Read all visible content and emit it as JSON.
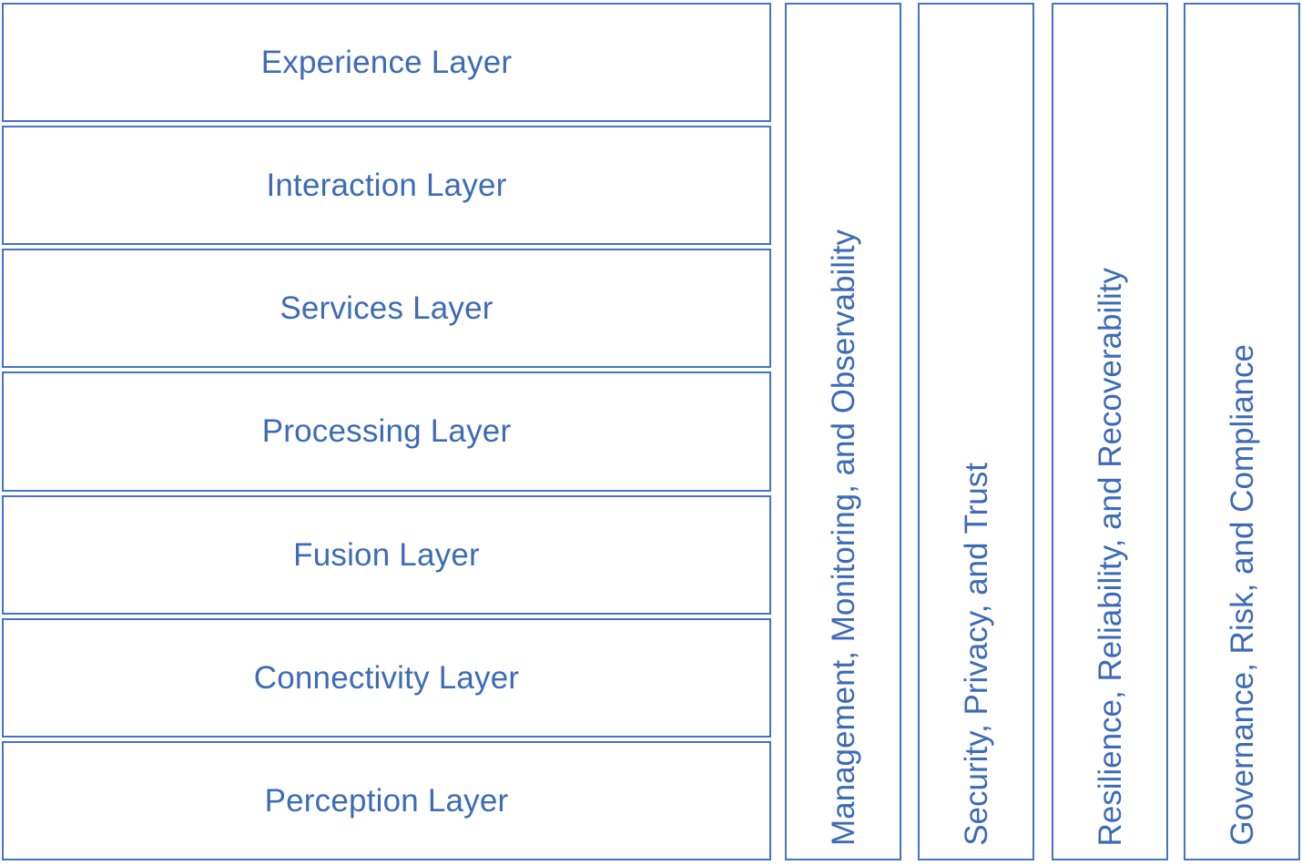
{
  "diagram": {
    "type": "layered-architecture",
    "orientation": "horizontal-layers-with-vertical-cross-cutting-concerns",
    "colors": {
      "border": "#4472C4",
      "text": "#3D6BB5",
      "background": "#FFFFFF"
    },
    "layers": [
      {
        "label": "Experience Layer"
      },
      {
        "label": "Interaction Layer"
      },
      {
        "label": "Services Layer"
      },
      {
        "label": "Processing Layer"
      },
      {
        "label": "Fusion Layer"
      },
      {
        "label": "Connectivity Layer"
      },
      {
        "label": "Perception Layer"
      }
    ],
    "cross_cutting_concerns": [
      {
        "label": "Management, Monitoring, and Observability"
      },
      {
        "label": "Security, Privacy, and Trust"
      },
      {
        "label": "Resilience, Reliability, and Recoverability"
      },
      {
        "label": "Governance, Risk, and Compliance"
      }
    ]
  }
}
